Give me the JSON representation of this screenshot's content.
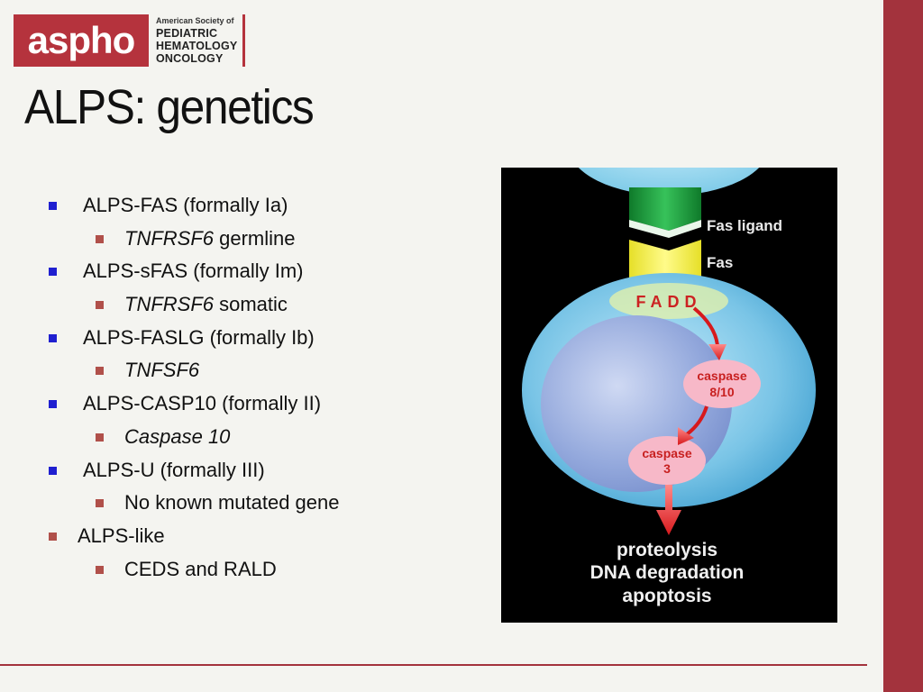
{
  "logo": {
    "brand": "aspho",
    "line1": "American Society of",
    "line2": "PEDIATRIC",
    "line3": "HEMATOLOGY",
    "line4": "ONCOLOGY",
    "color": "#b5333d"
  },
  "slide": {
    "title": "ALPS: genetics",
    "bullets": [
      {
        "level": 1,
        "text": "ALPS-FAS (formally Ia)"
      },
      {
        "level": 2,
        "italic": "TNFRSF6",
        "text": " germline"
      },
      {
        "level": 1,
        "text": "ALPS-sFAS (formally Im)"
      },
      {
        "level": 2,
        "italic": "TNFRSF6",
        "text": " somatic"
      },
      {
        "level": 1,
        "text": "ALPS-FASLG (formally Ib)"
      },
      {
        "level": 2,
        "italic": "TNFSF6",
        "text": ""
      },
      {
        "level": 1,
        "text": "ALPS-CASP10 (formally II)"
      },
      {
        "level": 2,
        "italic": "Caspase 10",
        "text": ""
      },
      {
        "level": 1,
        "text": "ALPS-U (formally III)"
      },
      {
        "level": 2,
        "italic": "",
        "text": "No known mutated gene"
      },
      {
        "level": 1,
        "text": "ALPS-like"
      },
      {
        "level": 2,
        "italic": "",
        "text": "CEDS and RALD"
      }
    ]
  },
  "diagram": {
    "fas_ligand_label": "Fas ligand",
    "fas_label": "Fas",
    "fadd_label": "FADD",
    "caspase1_line1": "caspase",
    "caspase1_line2": "8/10",
    "caspase2_line1": "caspase",
    "caspase2_line2": "3",
    "outcome_line1": "proteolysis",
    "outcome_line2": "DNA degradation",
    "outcome_line3": "apoptosis"
  },
  "colors": {
    "accent": "#a3333d",
    "bullet_level1": "#1f1fd0",
    "bullet_level2": "#b0504a"
  }
}
